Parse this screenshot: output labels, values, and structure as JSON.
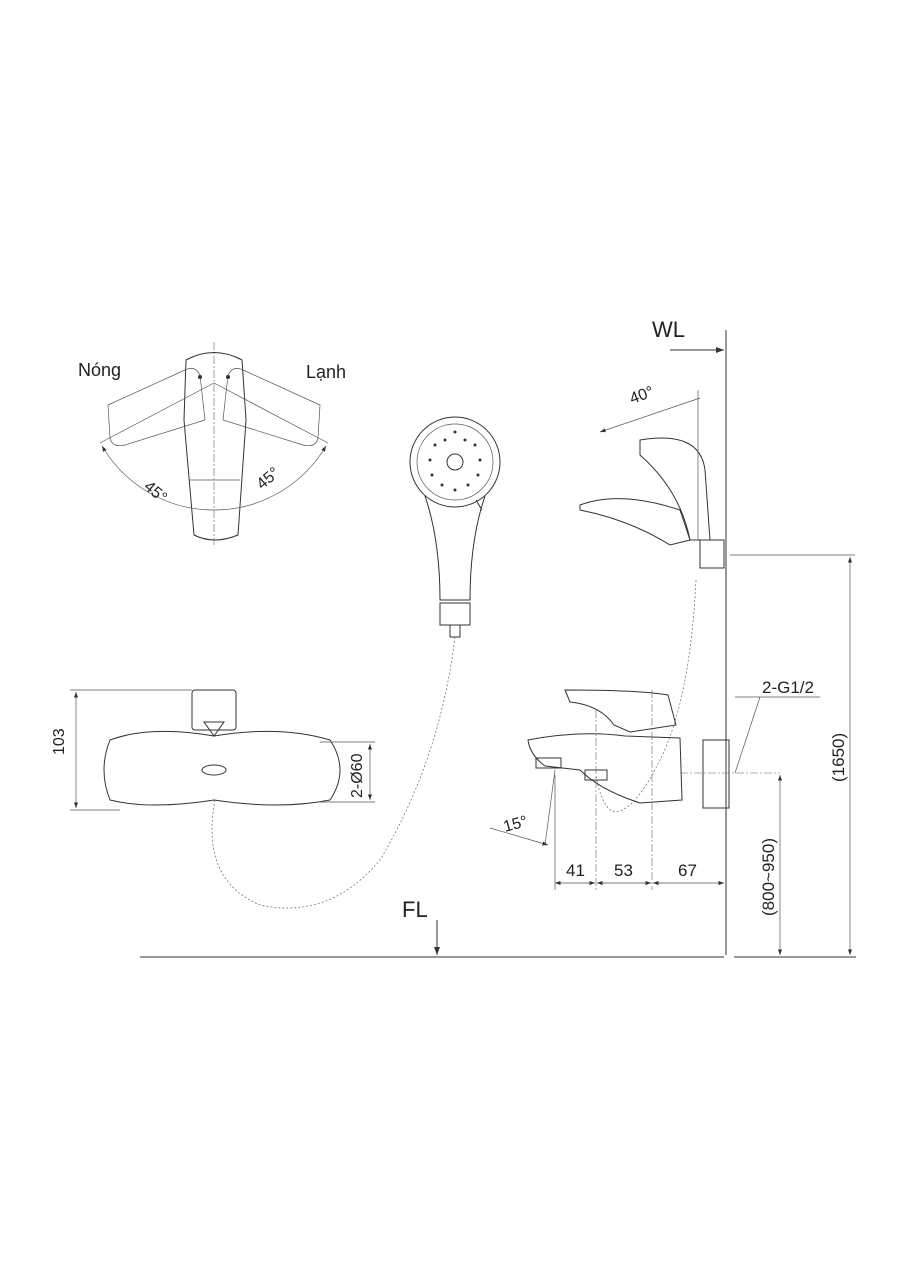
{
  "labels": {
    "wl": "WL",
    "fl": "FL",
    "hot": "Nóng",
    "cold": "Lạnh",
    "angle_left": "45°",
    "angle_right": "45°",
    "angle_shower": "40°",
    "angle_spout": "15°",
    "height_103": "103",
    "diameter": "2-Ø60",
    "dim_41": "41",
    "dim_53": "53",
    "dim_67": "67",
    "thread": "2-G1/2",
    "height_1650": "(1650)",
    "height_range": "(800~950)"
  },
  "colors": {
    "line": "#333333",
    "background": "#ffffff"
  }
}
